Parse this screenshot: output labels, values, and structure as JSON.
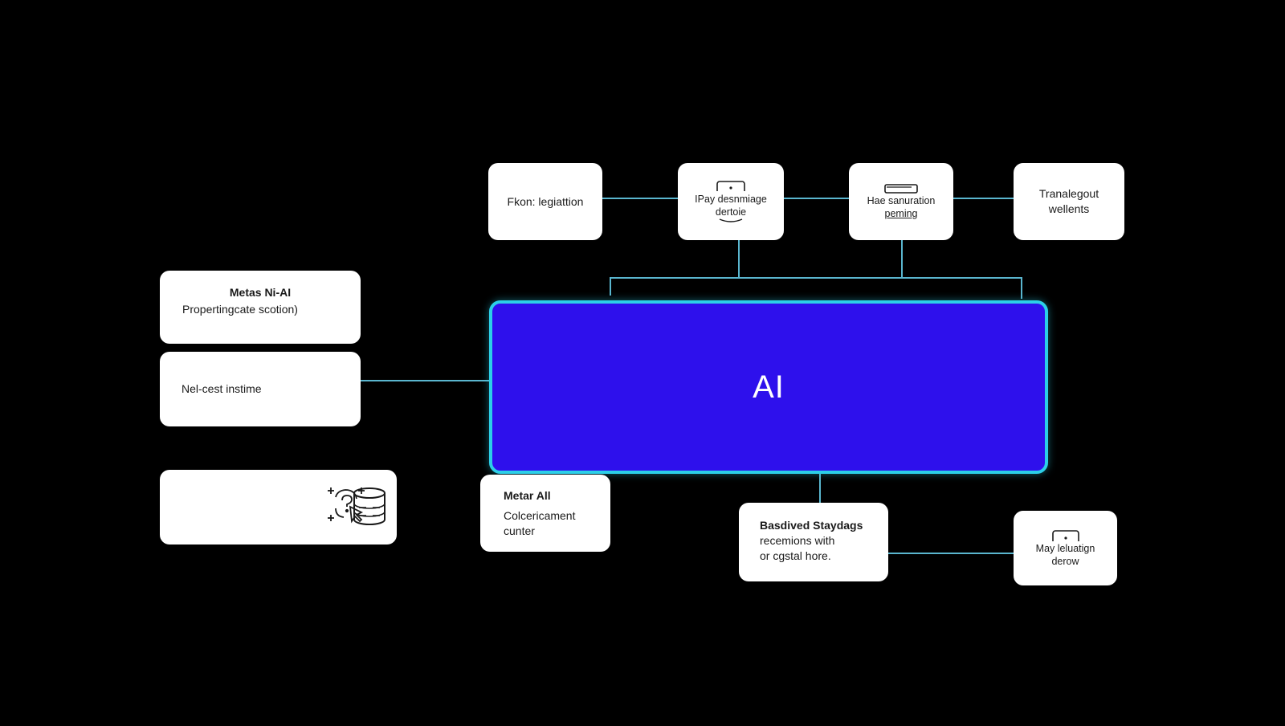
{
  "colors": {
    "background": "#000000",
    "hub_fill": "#2e10ec",
    "hub_border": "#2ccfe8",
    "connector": "#5ab6cf",
    "card": "#ffffff"
  },
  "hub": {
    "label": "AI"
  },
  "top_nodes": [
    {
      "label": "Fkon: legiattion"
    },
    {
      "line1": "IPay desnmiage",
      "line2": "dertoie",
      "icon": "display-icon"
    },
    {
      "line1": "Hae sanuration",
      "line2": "peming",
      "icon": "window-icon"
    },
    {
      "line1": "Tranalegout",
      "line2": "wellents"
    }
  ],
  "left_nodes": {
    "meta_card": {
      "title": "Metas Ni-AI",
      "subtitle": "Propertingcate scotion)"
    },
    "instime_card": {
      "label": "Nel-cest instime"
    },
    "icons_card": {
      "icons": [
        "database-icon",
        "question-cursor-icon"
      ]
    }
  },
  "bottom_nodes": {
    "metar": {
      "title": "Metar All",
      "line1": "Colcericament",
      "line2": "cunter"
    },
    "basdived": {
      "title": "Basdived Staydags",
      "line1": "recemions with",
      "line2": "or cgstal hore."
    },
    "may": {
      "line1": "May leluatign",
      "line2": "derow",
      "icon": "monitor-icon"
    }
  }
}
